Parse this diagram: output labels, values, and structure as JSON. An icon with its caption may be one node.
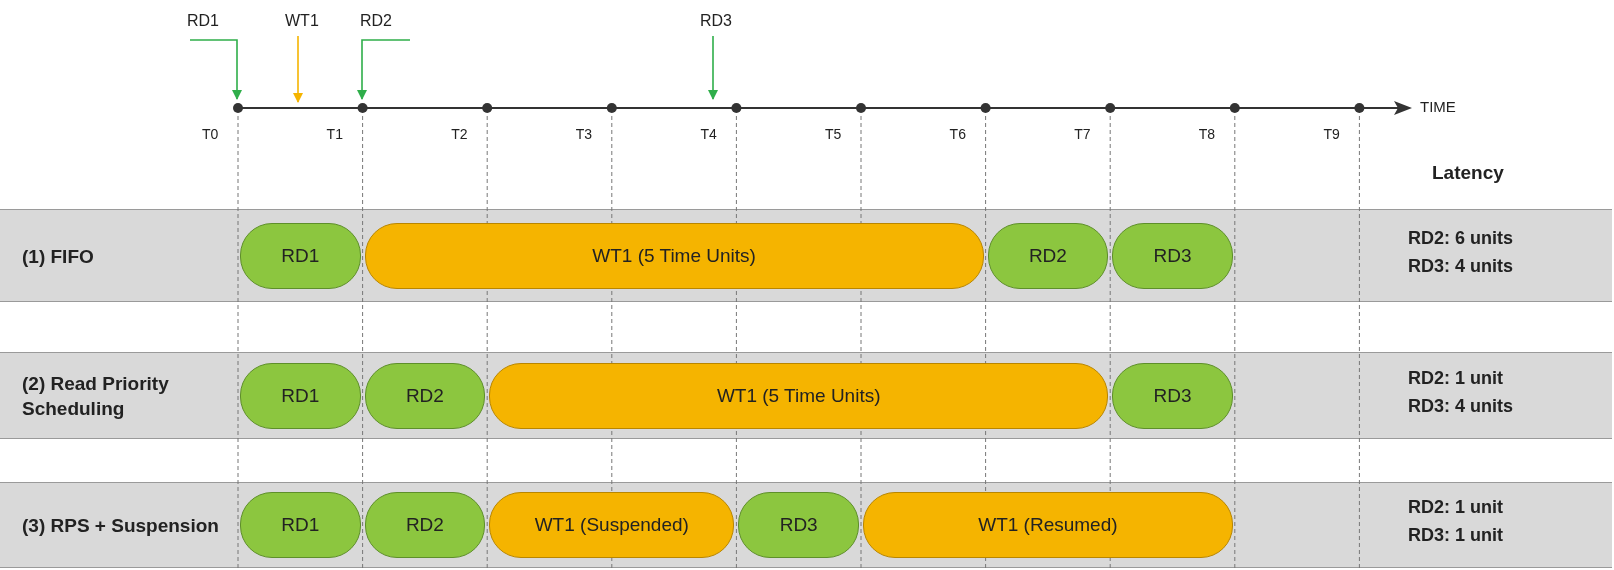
{
  "diagram": {
    "nodes": [
      {
        "text": [
          "RD1"
        ]
      },
      {
        "text": [
          "WT1"
        ]
      },
      {
        "text": [
          "RD2"
        ]
      },
      {
        "text": [
          "RD3"
        ]
      },
      {
        "text": [
          "(1) FIFO",
          "RD2: 6 units",
          "RD3: 4 units"
        ]
      },
      {
        "text": [
          "RD1"
        ],
        "in": 4
      },
      {
        "text": [
          "WT1 (5 Time Units)"
        ],
        "in": 4
      },
      {
        "text": [
          "RD2"
        ],
        "in": 4
      },
      {
        "text": [
          "RD3"
        ],
        "in": 4
      },
      {
        "text": [
          "(2) Read Priority Scheduling",
          "RD2: 1 unit",
          "RD3: 4 units"
        ]
      },
      {
        "text": [
          "RD1"
        ],
        "in": 9
      },
      {
        "text": [
          "RD2"
        ],
        "in": 9
      },
      {
        "text": [
          "WT1 (5 Time Units)"
        ],
        "in": 9
      },
      {
        "text": [
          "RD3"
        ],
        "in": 9
      },
      {
        "text": [
          "(3) RPS + Suspension",
          "RD2: 1 unit",
          "RD3: 1 unit"
        ]
      },
      {
        "text": [
          "RD1"
        ],
        "in": 14
      },
      {
        "text": [
          "RD2"
        ],
        "in": 14
      },
      {
        "text": [
          "WT1 (Suspended)"
        ],
        "in": 14
      },
      {
        "text": [
          "RD3"
        ],
        "in": 14
      },
      {
        "text": [
          "WT1 (Resumed)"
        ],
        "in": 14
      }
    ],
    "edges": [
      {
        "from": 0,
        "to": null,
        "arrow": "to"
      },
      {
        "from": 1,
        "to": null,
        "arrow": "to",
        "color": "#f5b400"
      },
      {
        "from": 2,
        "to": null,
        "arrow": "to"
      },
      {
        "from": 3,
        "to": null,
        "arrow": "to"
      }
    ],
    "labels": [
      "TIME",
      "T0",
      "T1",
      "T2",
      "T3",
      "T4",
      "T5",
      "T6",
      "T7",
      "T8",
      "T9",
      "Latency"
    ]
  }
}
